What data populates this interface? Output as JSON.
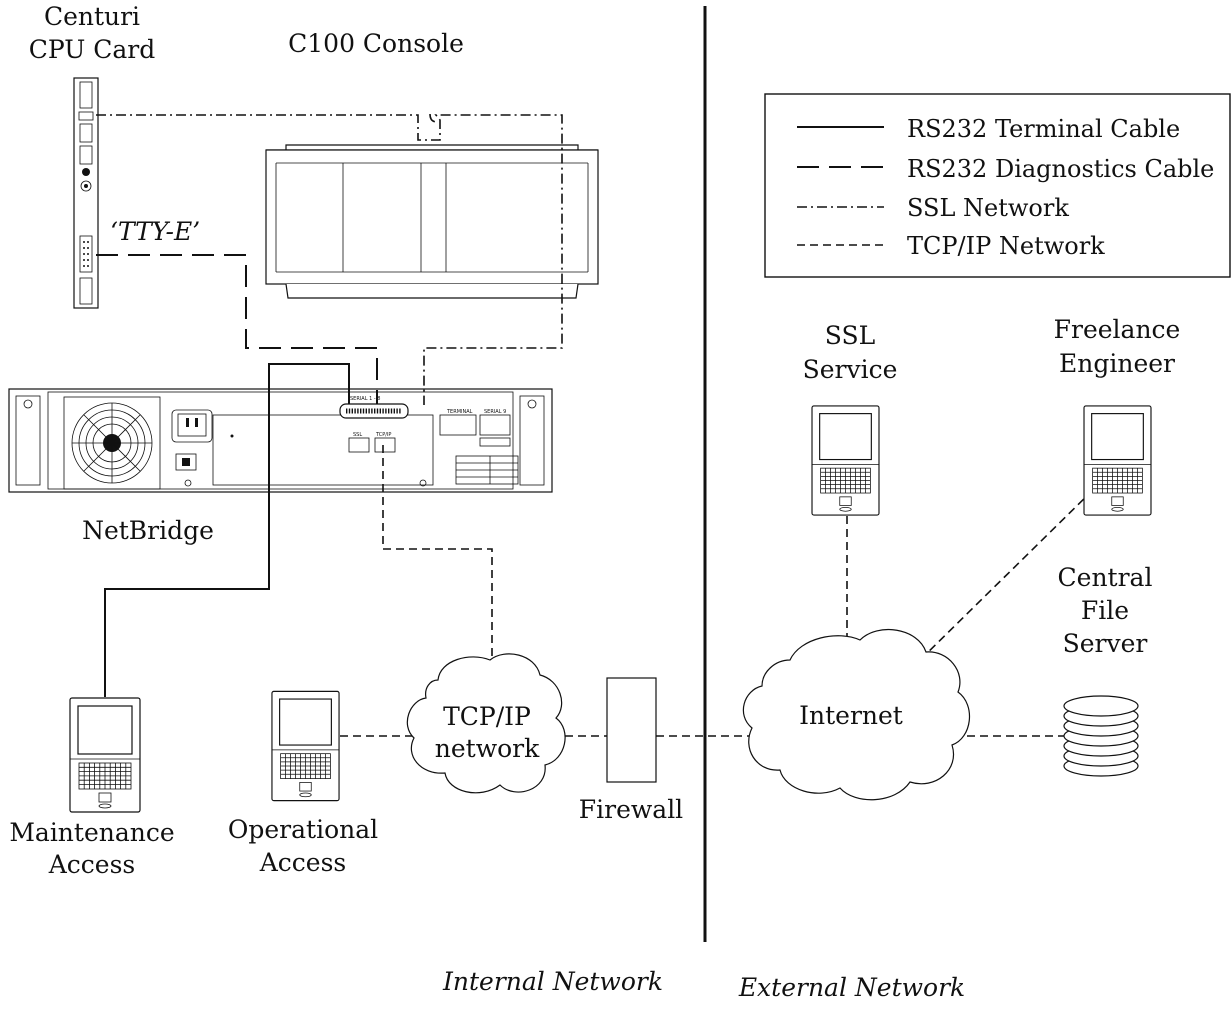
{
  "labels": {
    "cpu_card": [
      "Centuri",
      "CPU Card"
    ],
    "console": "C100 Console",
    "tty": "‘TTY-E’",
    "netbridge": "NetBridge",
    "maintenance": [
      "Maintenance",
      "Access"
    ],
    "operational": [
      "Operational",
      "Access"
    ],
    "tcp_cloud": [
      "TCP/IP",
      "network"
    ],
    "firewall": "Firewall",
    "internet": "Internet",
    "ssl_service": [
      "SSL",
      "Service"
    ],
    "freelance": [
      "Freelance",
      "Engineer"
    ],
    "file_server": [
      "Central",
      "File",
      "Server"
    ],
    "internal": "Internal Network",
    "external": "External Network"
  },
  "legend": [
    {
      "style": "solid",
      "label": "RS232 Terminal Cable"
    },
    {
      "style": "long-dash",
      "label": "RS232 Diagnostics Cable"
    },
    {
      "style": "dash-dot",
      "label": "SSL Network"
    },
    {
      "style": "dashed",
      "label": "TCP/IP Network"
    }
  ],
  "panel": {
    "serial_1_8": "SERIAL 1 - 8",
    "ssl": "SSL",
    "tcpip": "TCP/IP",
    "terminal": "TERMINAL",
    "serial_9": "SERIAL 9"
  }
}
